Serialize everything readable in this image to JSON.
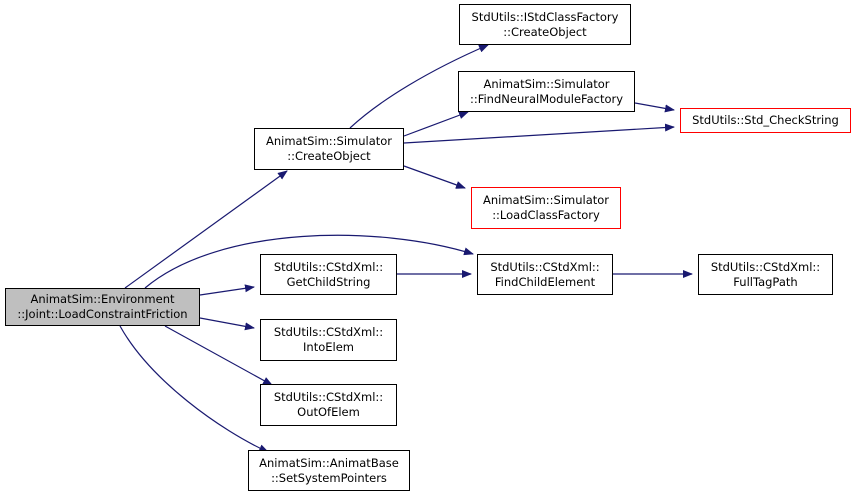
{
  "colors": {
    "edge": "#191970",
    "root_fill": "#bfbfbf",
    "truncated_border": "#ff0000",
    "border": "#000000"
  },
  "nodes": {
    "root": {
      "line1": "AnimatSim::Environment",
      "line2": "::Joint::LoadConstraintFriction"
    },
    "istd": {
      "line1": "StdUtils::IStdClassFactory",
      "line2": "::CreateObject"
    },
    "findneu": {
      "line1": "AnimatSim::Simulator",
      "line2": "::FindNeuralModuleFactory"
    },
    "check": {
      "line1": "StdUtils::Std_CheckString"
    },
    "create": {
      "line1": "AnimatSim::Simulator",
      "line2": "::CreateObject"
    },
    "loadcf": {
      "line1": "AnimatSim::Simulator",
      "line2": "::LoadClassFactory"
    },
    "getchild": {
      "line1": "StdUtils::CStdXml::",
      "line2": "GetChildString"
    },
    "findchild": {
      "line1": "StdUtils::CStdXml::",
      "line2": "FindChildElement"
    },
    "fulltag": {
      "line1": "StdUtils::CStdXml::",
      "line2": "FullTagPath"
    },
    "into": {
      "line1": "StdUtils::CStdXml::",
      "line2": "IntoElem"
    },
    "outof": {
      "line1": "StdUtils::CStdXml::",
      "line2": "OutOfElem"
    },
    "setsys": {
      "line1": "AnimatSim::AnimatBase",
      "line2": "::SetSystemPointers"
    }
  },
  "edges": [
    [
      "root",
      "create"
    ],
    [
      "root",
      "findchild"
    ],
    [
      "root",
      "getchild"
    ],
    [
      "root",
      "into"
    ],
    [
      "root",
      "outof"
    ],
    [
      "root",
      "setsys"
    ],
    [
      "create",
      "istd"
    ],
    [
      "create",
      "findneu"
    ],
    [
      "create",
      "check"
    ],
    [
      "create",
      "loadcf"
    ],
    [
      "findneu",
      "check"
    ],
    [
      "getchild",
      "findchild"
    ],
    [
      "findchild",
      "fulltag"
    ]
  ]
}
